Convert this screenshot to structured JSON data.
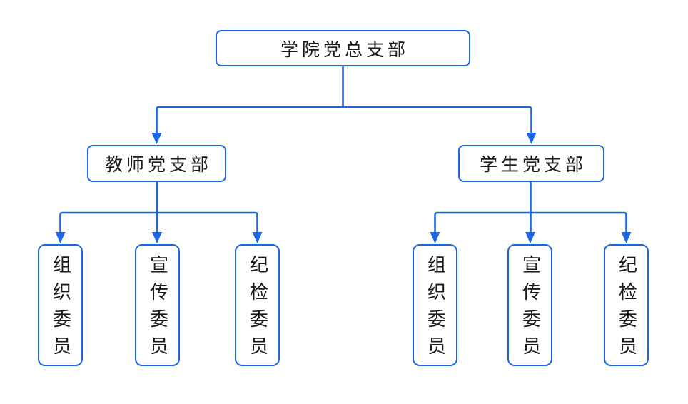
{
  "diagram": {
    "root": {
      "label": "学院党总支部"
    },
    "branches": [
      {
        "label": "教师党支部",
        "children": [
          {
            "label": "组织委员"
          },
          {
            "label": "宣传委员"
          },
          {
            "label": "纪检委员"
          }
        ]
      },
      {
        "label": "学生党支部",
        "children": [
          {
            "label": "组织委员"
          },
          {
            "label": "宣传委员"
          },
          {
            "label": "纪检委员"
          }
        ]
      }
    ]
  },
  "colors": {
    "accent": "#1B65E6",
    "text": "#1A1A1A",
    "background": "#FFFFFF"
  }
}
